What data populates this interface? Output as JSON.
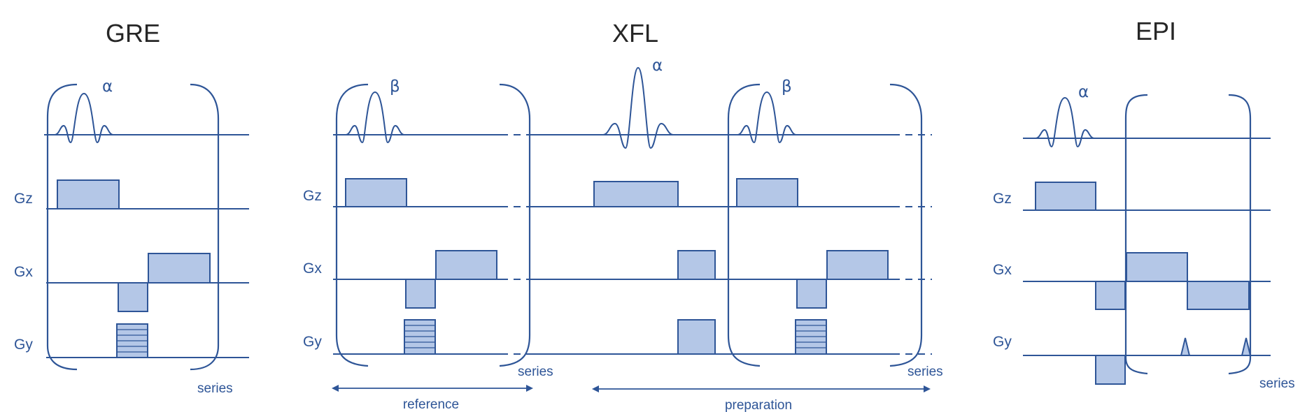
{
  "panels": {
    "gre": {
      "title": "GRE",
      "flip_angle": "α",
      "axis_labels": [
        "Gz",
        "Gx",
        "Gy"
      ],
      "series_label": "series"
    },
    "xfl": {
      "title": "XFL",
      "flip_angle_center": "α",
      "flip_angle_left": "β",
      "flip_angle_right": "β",
      "axis_labels": [
        "Gz",
        "Gx",
        "Gy"
      ],
      "series_label_left": "series",
      "series_label_right": "series",
      "reference_label": "reference",
      "preparation_label": "preparation"
    },
    "epi": {
      "title": "EPI",
      "flip_angle": "α",
      "axis_labels": [
        "Gz",
        "Gx",
        "Gy"
      ],
      "series_label": "series"
    }
  },
  "colors": {
    "line": "#2E5597",
    "block_fill": "#B4C7E7",
    "title": "#262626"
  }
}
